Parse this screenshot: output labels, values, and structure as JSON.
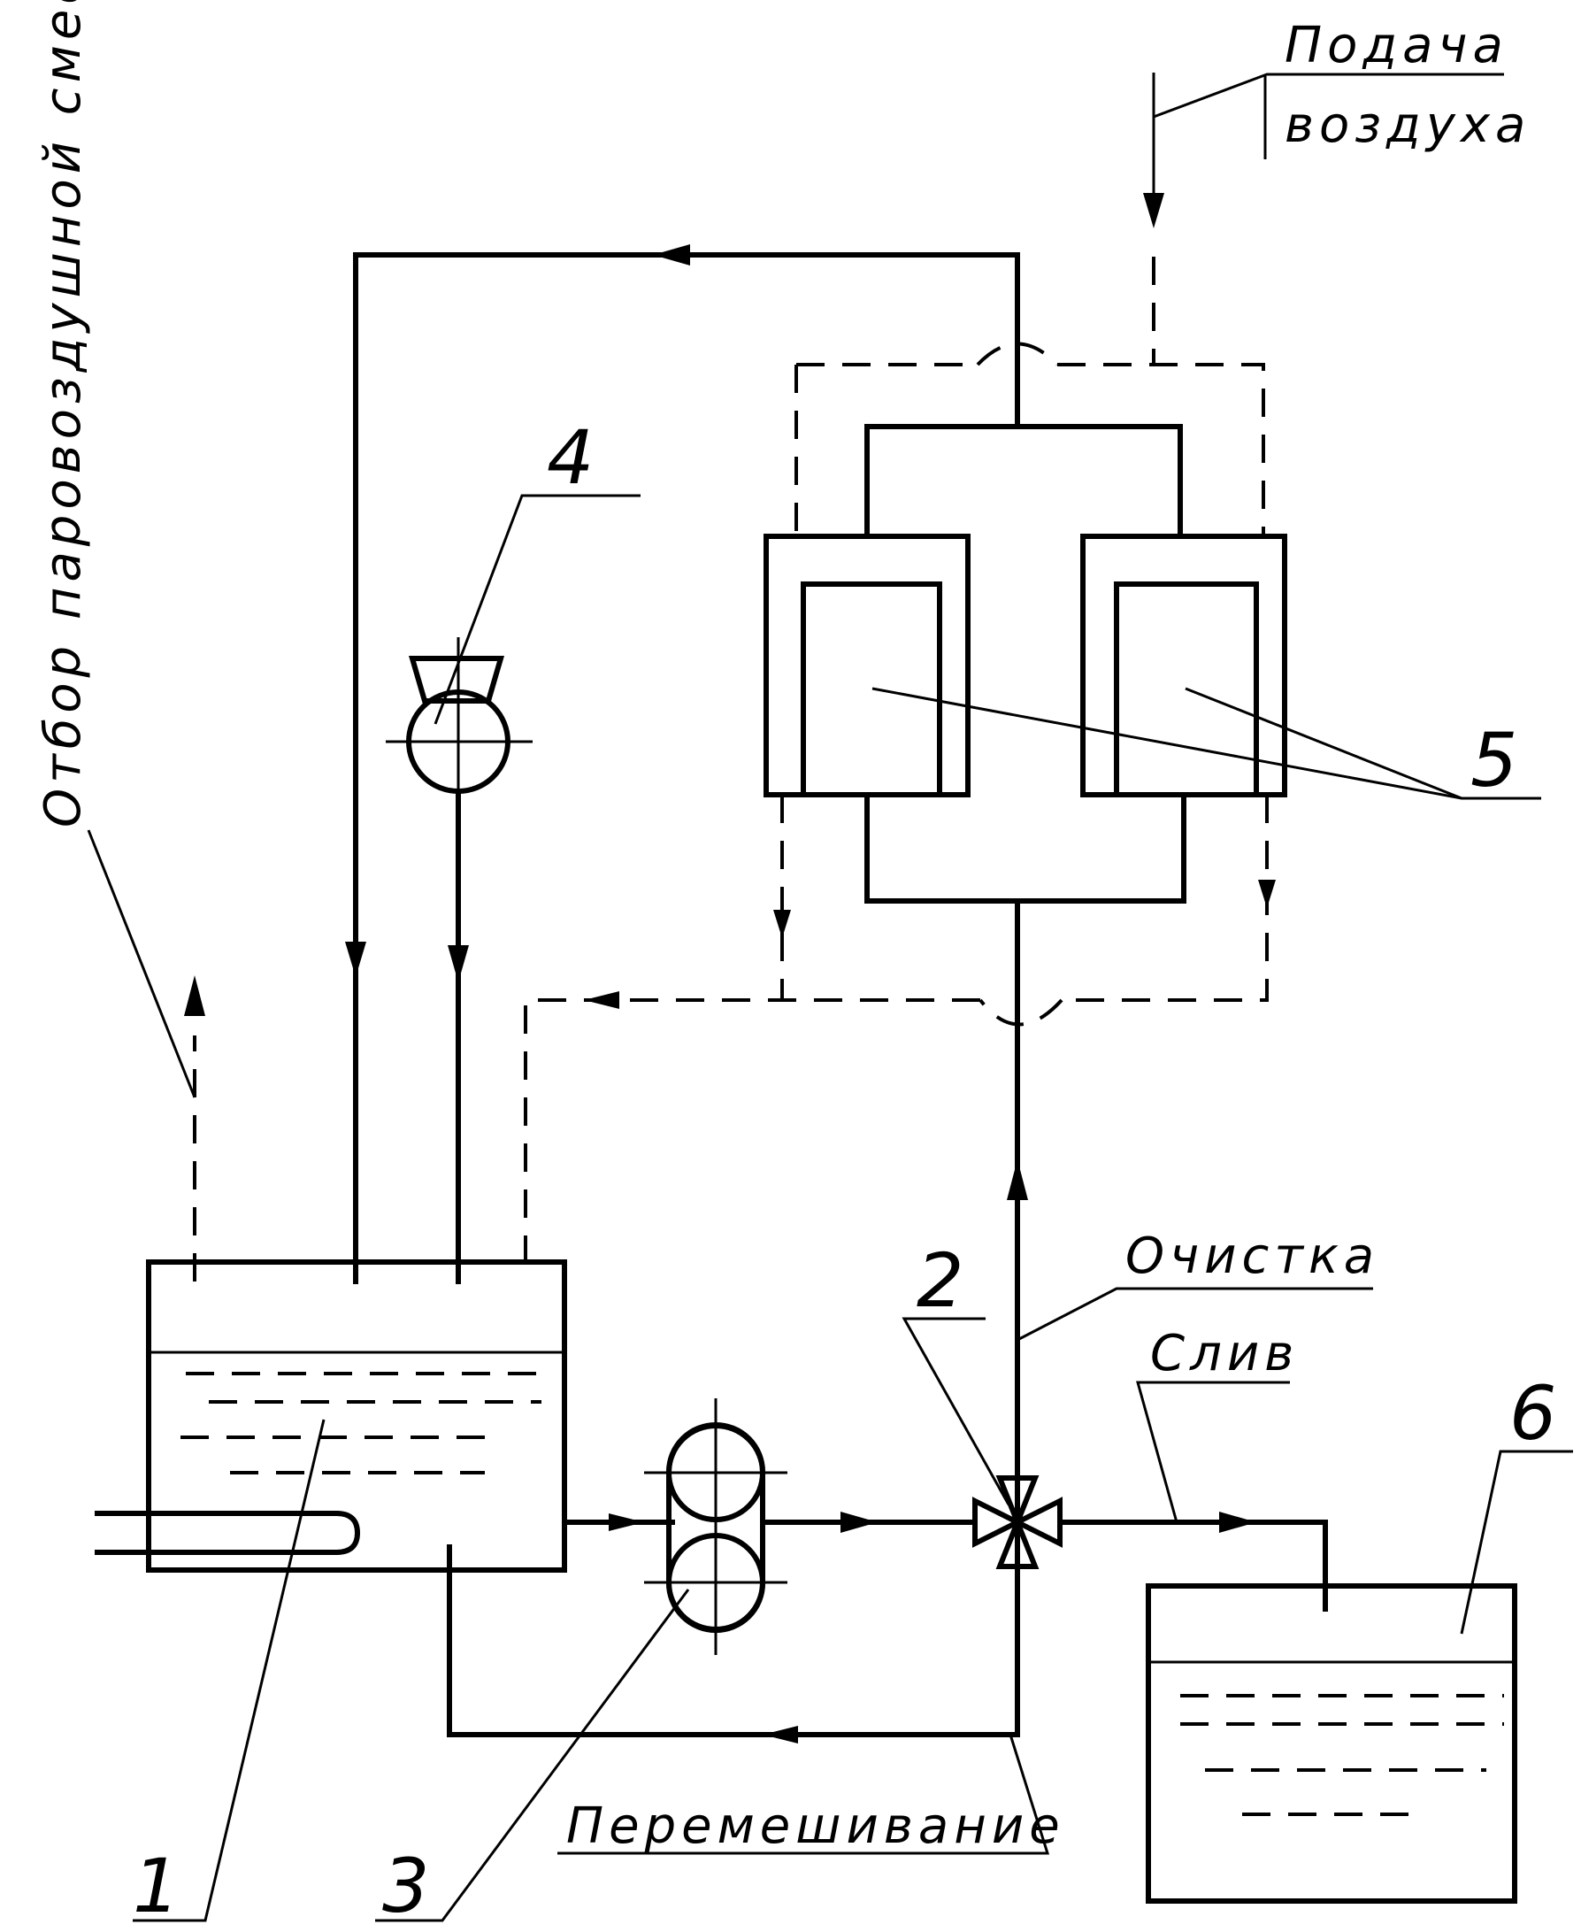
{
  "labels": {
    "air_supply_line1": "Подача",
    "air_supply_line2": "воздуха",
    "vapor_air_offtake": "Отбор паровоздушной смеси",
    "cleaning": "Очистка",
    "drain": "Слив",
    "mixing": "Перемешивание"
  },
  "numbers": {
    "n1": "1",
    "n2": "2",
    "n3": "3",
    "n4": "4",
    "n5": "5",
    "n6": "6"
  }
}
